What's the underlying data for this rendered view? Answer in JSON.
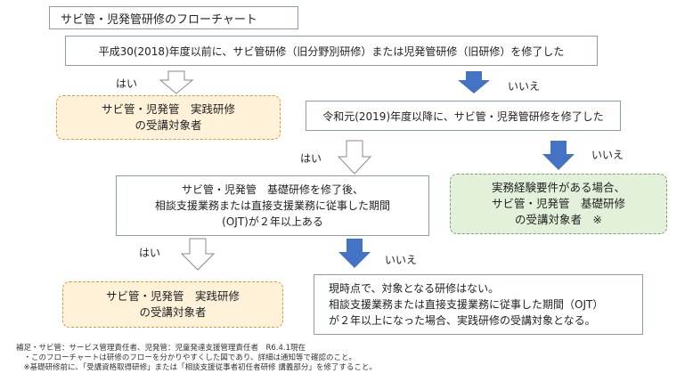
{
  "title": "サビ管・児発管研修のフローチャート",
  "q1": "平成30(2018)年度以前に、サビ管研修（旧分野別研修）または児発管研修（旧研修）を修了した",
  "q1_yes": "はい",
  "q1_no": "いいえ",
  "r1": [
    "サビ管・児発管　実践研修",
    "の受講対象者"
  ],
  "q2": "令和元(2019)年度以降に、サビ管・児発管研修を修了した",
  "q2_yes": "はい",
  "q2_no": "いいえ",
  "r2": [
    "実務経験要件がある場合、",
    "サビ管・児発管　基礎研修",
    "の受講対象者　※"
  ],
  "q3": [
    "サビ管・児発管　基礎研修を修了後、",
    "相談支援業務または直接支援業務に従事した期間",
    "(OJT)が２年以上ある"
  ],
  "q3_yes": "はい",
  "q3_no": "いいえ",
  "r3": [
    "サビ管・児発管　実践研修",
    "の受講対象者"
  ],
  "r4": [
    "現時点で、対象となる研修はない。",
    "相談支援業務または直接支援業務に従事した期間（OJT）",
    "が２年以上になった場合、実践研修の受講対象となる。"
  ],
  "notes": [
    "補足・サビ管：サービス管理責任者、児発管：児童発達支援管理責任者　R6.4.1現在",
    "　・このフローチャートは研修のフローを分かりやすくした図であり、詳細は通知等で確認のこと。",
    "　※基礎研修前に、「受講資格取得研修」または「相談支援従事者初任者研修 講義部分」を修了すること。"
  ],
  "colors": {
    "arrow_solid": "#4472c4",
    "arrow_outline": "#8a8a8a",
    "orange_fill": "#fff2d9",
    "green_fill": "#e4f1da"
  }
}
